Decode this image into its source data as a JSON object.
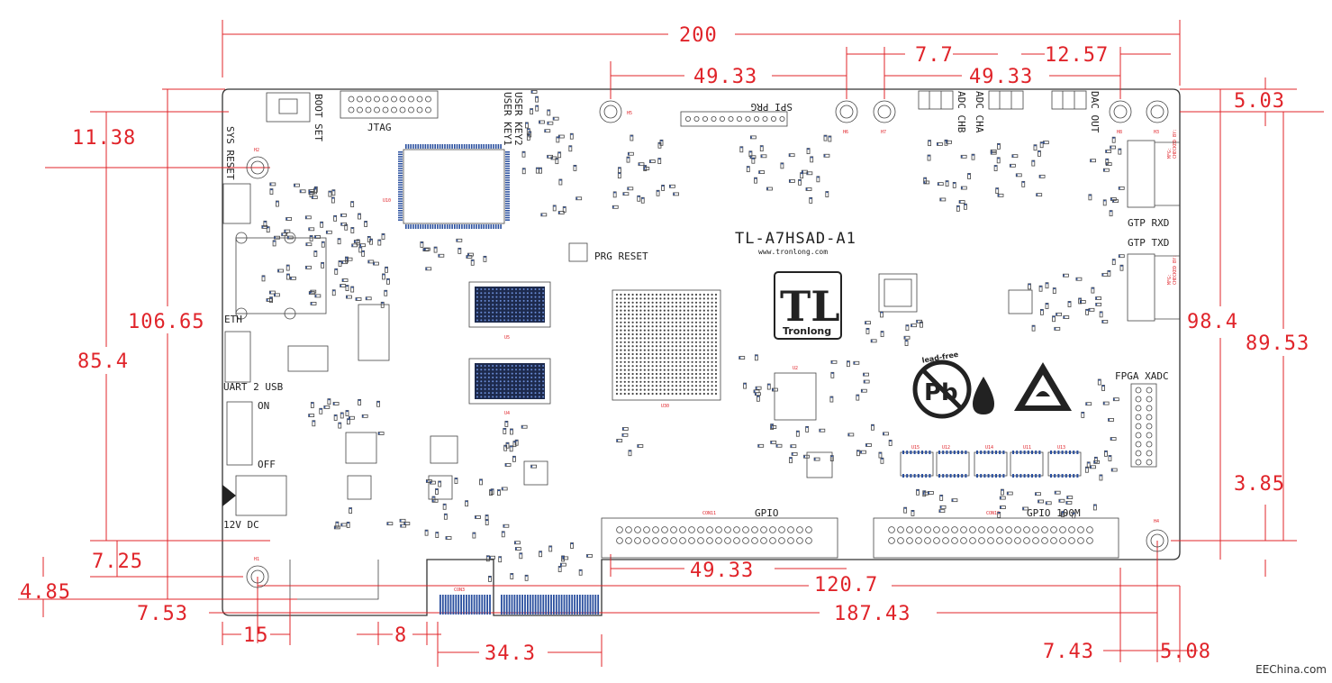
{
  "dimensions": {
    "top_width": "200",
    "top_right_a": "7.7",
    "top_right_b": "12.57",
    "top_mid_left": "49.33",
    "top_mid_right": "49.33",
    "right_top": "5.03",
    "right_height": "98.4",
    "right_inner": "89.53",
    "right_bottom": "3.85",
    "left_top": "11.38",
    "left_height": "106.65",
    "left_inner": "85.4",
    "left_bottom_a": "7.25",
    "left_bottom_b": "4.85",
    "bottom_gpio": "49.33",
    "bottom_mid": "120.7",
    "bottom_long": "187.43",
    "bottom_left": "7.53",
    "bottom_15": "15",
    "bottom_8": "8",
    "bottom_343": "34.3",
    "bottom_right_a": "7.43",
    "bottom_right_b": "5.08"
  },
  "labels": {
    "board": "TL-A7HSAD-A1",
    "website": "www.tronlong.com",
    "logo_big": "TL",
    "logo_small": "Tronlong",
    "lead_free": "lead-free",
    "pb": "Pb",
    "boot_set": "BOOT SET",
    "jtag": "JTAG",
    "user_key1": "USER KEY1",
    "user_key2": "USER KEY2",
    "spi_prg": "SPI PRG",
    "sys_reset": "SYS RESET",
    "adc_chb": "ADC CHB",
    "adc_cha": "ADC CHA",
    "dac_out": "DAC OUT",
    "gtp_rxd": "GTP RXD",
    "gtp_txd": "GTP TXD",
    "prg_reset": "PRG RESET",
    "eth": "ETH",
    "uart": "UART 2 USB",
    "on": "ON",
    "off": "OFF",
    "dc": "12V DC",
    "fpga_xadc": "FPGA XADC",
    "gpio": "GPIO",
    "gpio100": "GPIO 100M",
    "h1": "H1",
    "h2": "H2",
    "h3": "H3",
    "h4": "H4",
    "h5": "H5",
    "h6": "H6",
    "h7": "H7",
    "h8": "H8",
    "u30": "U30",
    "u4": "U4",
    "u5": "U5",
    "u10": "U10",
    "u2": "U2",
    "u15": "U15",
    "u12": "U12",
    "u14": "U14",
    "u11": "U11",
    "u13": "U13",
    "con3": "CON3",
    "con10": "CON10",
    "con11": "CON11",
    "mfg": "MFG:",
    "smd": "SMD:",
    "pad": "PAD:",
    "checked": "CHECKED BY:"
  },
  "watermark": "EEChina.com",
  "colors": {
    "dimension": "#e0242a",
    "outline": "#333333",
    "pad": "#2a4f9e"
  }
}
